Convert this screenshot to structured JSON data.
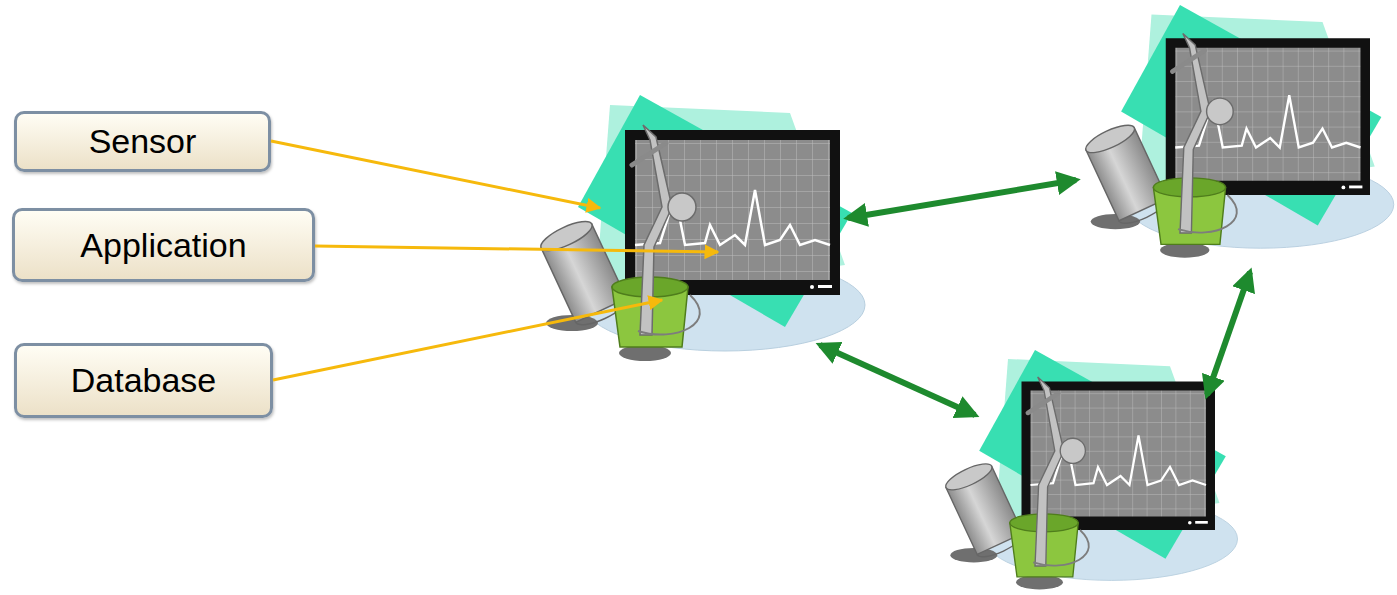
{
  "diagram": {
    "nodes": [
      {
        "text": [
          "Sensor"
        ]
      },
      {
        "text": [
          "Application"
        ]
      },
      {
        "text": [
          "Database"
        ]
      }
    ]
  }
}
